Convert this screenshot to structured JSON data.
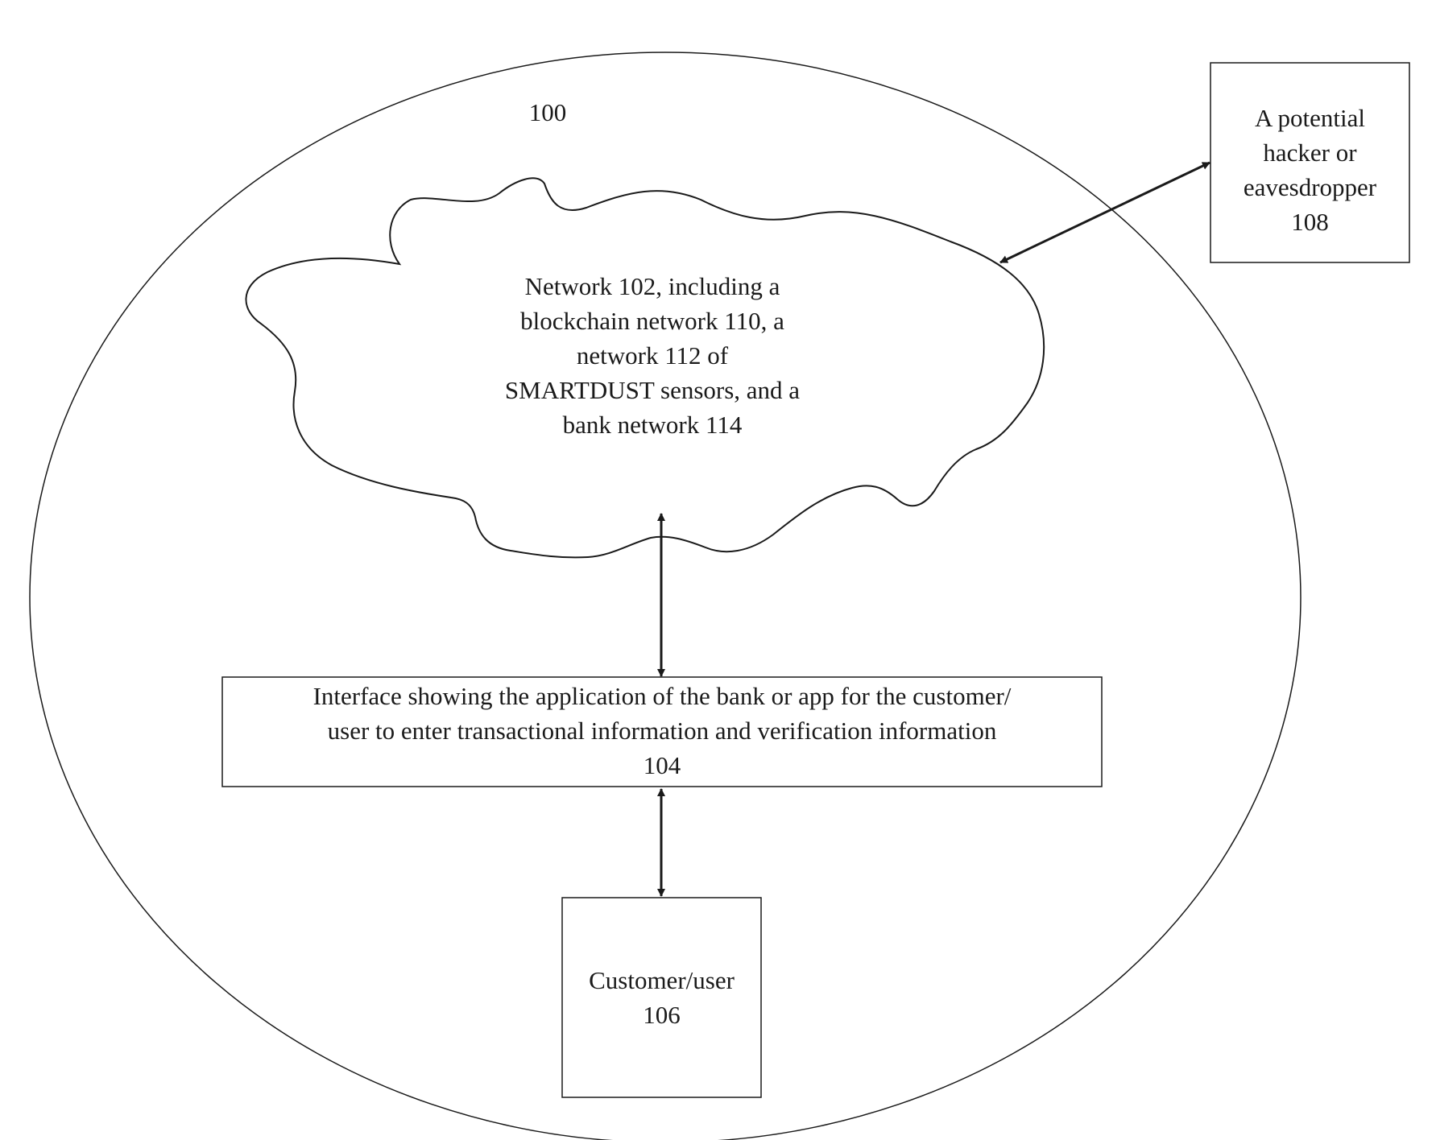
{
  "system_label": "100",
  "network": {
    "lines": [
      "Network 102, including a",
      "blockchain network 110, a",
      "network 112 of",
      "SMARTDUST sensors, and a",
      "bank network 114"
    ]
  },
  "interface": {
    "lines": [
      "Interface showing the application of the bank or app for the customer/",
      "user to enter transactional information and verification information",
      "104"
    ]
  },
  "customer": {
    "lines": [
      "Customer/user",
      "106"
    ]
  },
  "hacker": {
    "lines": [
      "A potential",
      "hacker or",
      "eavesdropper",
      "108"
    ]
  },
  "colors": {
    "stroke": "#1a1a1a",
    "background": "#ffffff"
  }
}
